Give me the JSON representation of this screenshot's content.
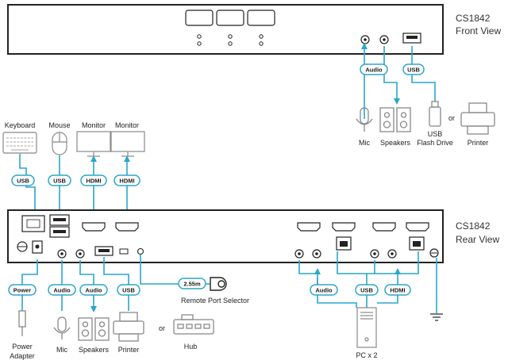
{
  "front_panel": {
    "model": "CS1842",
    "view": "Front View",
    "badges": {
      "audio": "Audio",
      "usb": "USB"
    },
    "devices": {
      "mic": "Mic",
      "speakers": "Speakers",
      "usb_flash_line1": "USB",
      "usb_flash_line2": "Flash Drive",
      "or": "or",
      "printer": "Printer"
    }
  },
  "rear_panel": {
    "model": "CS1842",
    "view": "Rear View",
    "top_devices": {
      "keyboard": "Keyboard",
      "mouse": "Mouse",
      "monitor_1": "Monitor",
      "monitor_2": "Monitor"
    },
    "top_badges": {
      "usb_1": "USB",
      "usb_2": "USB",
      "hdmi_1": "HDMI",
      "hdmi_2": "HDMI"
    },
    "bottom_badges": {
      "power": "Power",
      "audio": "Audio",
      "audio_2": "Audio",
      "usb": "USB",
      "cable_length": "2.55m"
    },
    "bottom_devices": {
      "power_adapter_line1": "Power",
      "power_adapter_line2": "Adapter",
      "mic": "Mic",
      "speakers": "Speakers",
      "printer": "Printer",
      "or": "or",
      "hub": "Hub",
      "remote_port_selector": "Remote Port Selector"
    },
    "pc_badges": {
      "audio": "Audio",
      "usb": "USB",
      "hdmi": "HDMI"
    },
    "pc_label": "PC x 2"
  },
  "colors": {
    "accent": "#2aa6cc",
    "line": "#333333",
    "device": "#888888"
  }
}
